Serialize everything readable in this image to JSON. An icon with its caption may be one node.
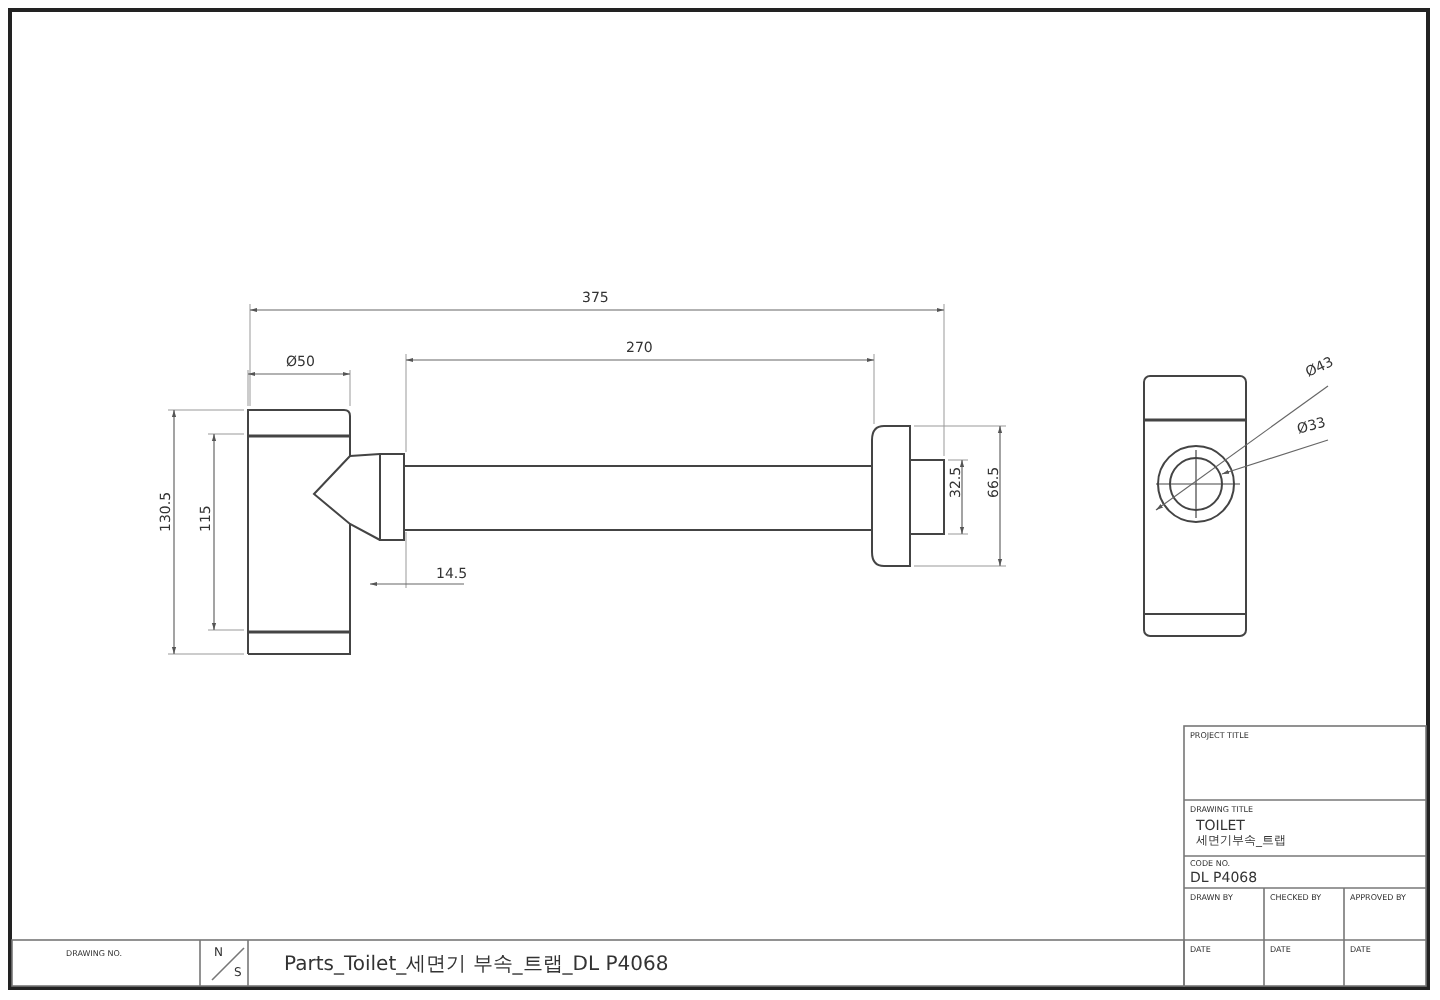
{
  "diagram": {
    "labels": [
      "375",
      "270",
      "Ø50",
      "130.5",
      "115",
      "14.5",
      "32.5",
      "66.5",
      "Ø43",
      "Ø33",
      "PROJECT TITLE",
      "DRAWING TITLE",
      "TOILET",
      "세면기부속_트랩",
      "CODE NO.",
      "DL P4068",
      "DRAWN BY",
      "CHECKED BY",
      "APPROVED BY",
      "DATE",
      "DATE",
      "DATE",
      "DRAWING NO.",
      "N",
      "S",
      "Parts_Toilet_세면기 부속_트랩_DL P4068"
    ]
  }
}
